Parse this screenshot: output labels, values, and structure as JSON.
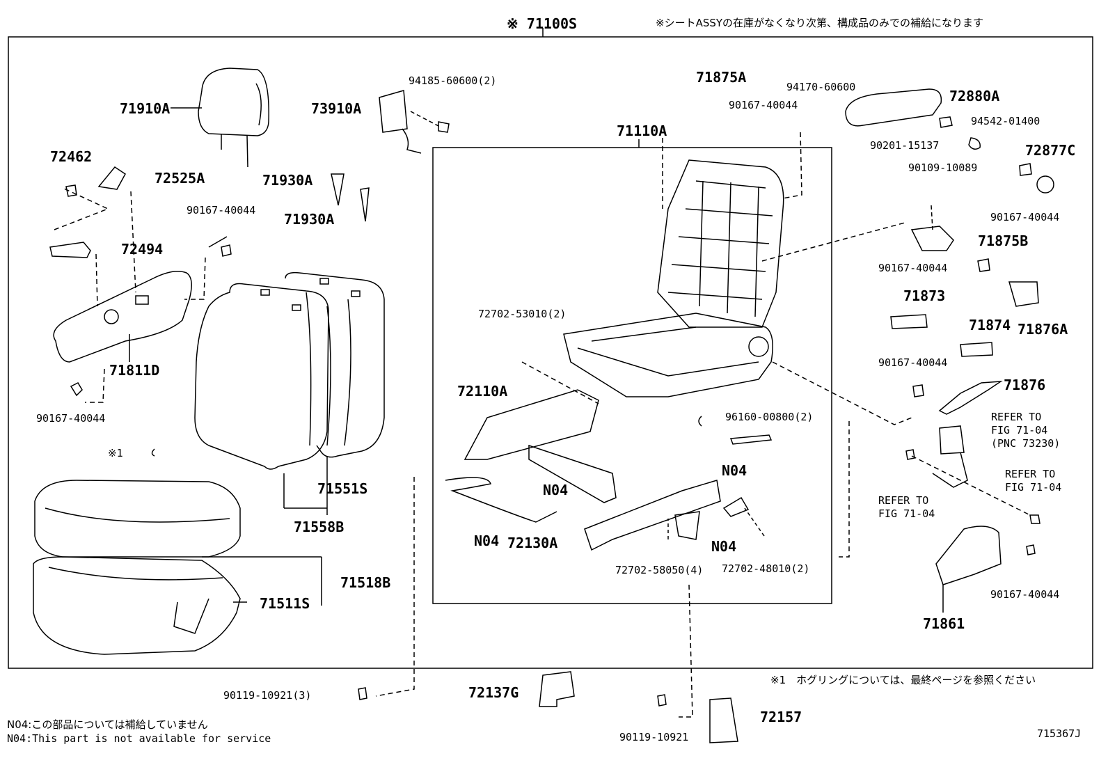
{
  "header": {
    "assy_number": "※ 71100S",
    "notice": "※シートASSYの在庫がなくなり次第、構成品のみでの補給になります"
  },
  "parts": {
    "p71910A": "71910A",
    "p73910A": "73910A",
    "p94185": "94185-60600(2)",
    "p71875A": "71875A",
    "p90167_a": "90167-40044",
    "p94170": "94170-60600",
    "p72880A": "72880A",
    "p94542": "94542-01400",
    "p71110A": "71110A",
    "p90201": "90201-15137",
    "p72877C": "72877C",
    "p90109": "90109-10089",
    "p72462": "72462",
    "p72525A": "72525A",
    "p71930A_1": "71930A",
    "p71930A_2": "71930A",
    "p90167_b": "90167-40044",
    "p72494": "72494",
    "p90167_c": "90167-40044",
    "p71875B": "71875B",
    "p90167_d": "90167-40044",
    "p71873": "71873",
    "p71874": "71874",
    "p71876A": "71876A",
    "p72702_53010": "72702-53010(2)",
    "p71811D": "71811D",
    "p90167_e": "90167-40044",
    "p72110A": "72110A",
    "p90167_f": "90167-40044",
    "p71876": "71876",
    "p96160": "96160-00800(2)",
    "p_star1": "※1",
    "pN04_a": "N04",
    "pN04_b": "N04",
    "p71551S": "71551S",
    "p71558B": "71558B",
    "pN04_c": "N04",
    "p72130A": "72130A",
    "pN04_d": "N04",
    "p72702_58050": "72702-58050(4)",
    "p72702_48010": "72702-48010(2)",
    "p71518B": "71518B",
    "p71511S": "71511S",
    "p90167_g": "90167-40044",
    "p71861": "71861",
    "p90119_a": "90119-10921(3)",
    "p72137G": "72137G",
    "p90119_b": "90119-10921",
    "p72157": "72157"
  },
  "refers": {
    "r1": "REFER TO\nFIG 71-04\n(PNC 73230)",
    "r2": "REFER TO\nFIG 71-04",
    "r3": "REFER TO\nFIG 71-04"
  },
  "footer": {
    "hog_note": "※1　ホグリングについては、最終ページを参照ください",
    "n04_jp": "N04:この部品については補給していません",
    "n04_en": "N04:This part is not available for service",
    "fig_id": "715367J"
  }
}
